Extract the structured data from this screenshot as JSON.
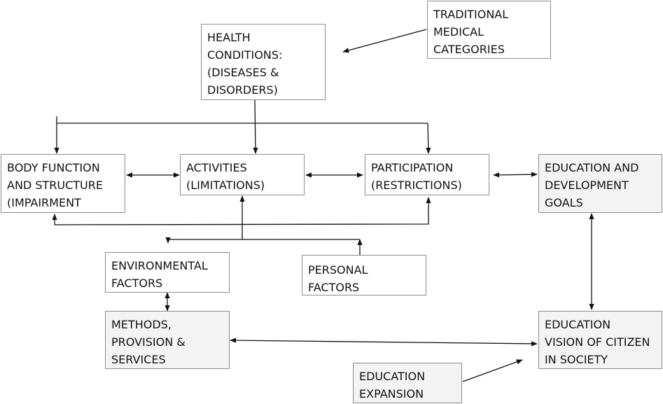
{
  "boxes": {
    "traditional": [
      "TRADITIONAL",
      "MEDICAL",
      "CATEGORIES"
    ],
    "health": [
      "HEALTH",
      "CONDITIONS:",
      "(DISEASES &",
      "DISORDERS)"
    ],
    "body": [
      "BODY FUNCTION",
      "AND STRUCTURE",
      "(IMPAIRMENT"
    ],
    "activities": [
      "ACTIVITIES",
      "(LIMITATIONS)"
    ],
    "participation": [
      "PARTICIPATION",
      "(RESTRICTIONS)"
    ],
    "edu_goals": [
      "EDUCATION AND",
      "DEVELOPMENT",
      "GOALS"
    ],
    "environmental": [
      "ENVIRONMENTAL",
      "FACTORS"
    ],
    "personal": [
      "PERSONAL",
      "FACTORS"
    ],
    "methods": [
      "METHODS,",
      "PROVISION &",
      "SERVICES"
    ],
    "edu_vision": [
      "EDUCATION",
      "VISION OF CITIZEN",
      "IN SOCIETY"
    ],
    "edu_expansion": [
      "EDUCATION",
      "EXPANSION"
    ]
  },
  "colors": {
    "line": "#111111",
    "box_border": "#8c8c8c",
    "white_fill": "#ffffff",
    "grey_fill": "#f3f3f3"
  }
}
